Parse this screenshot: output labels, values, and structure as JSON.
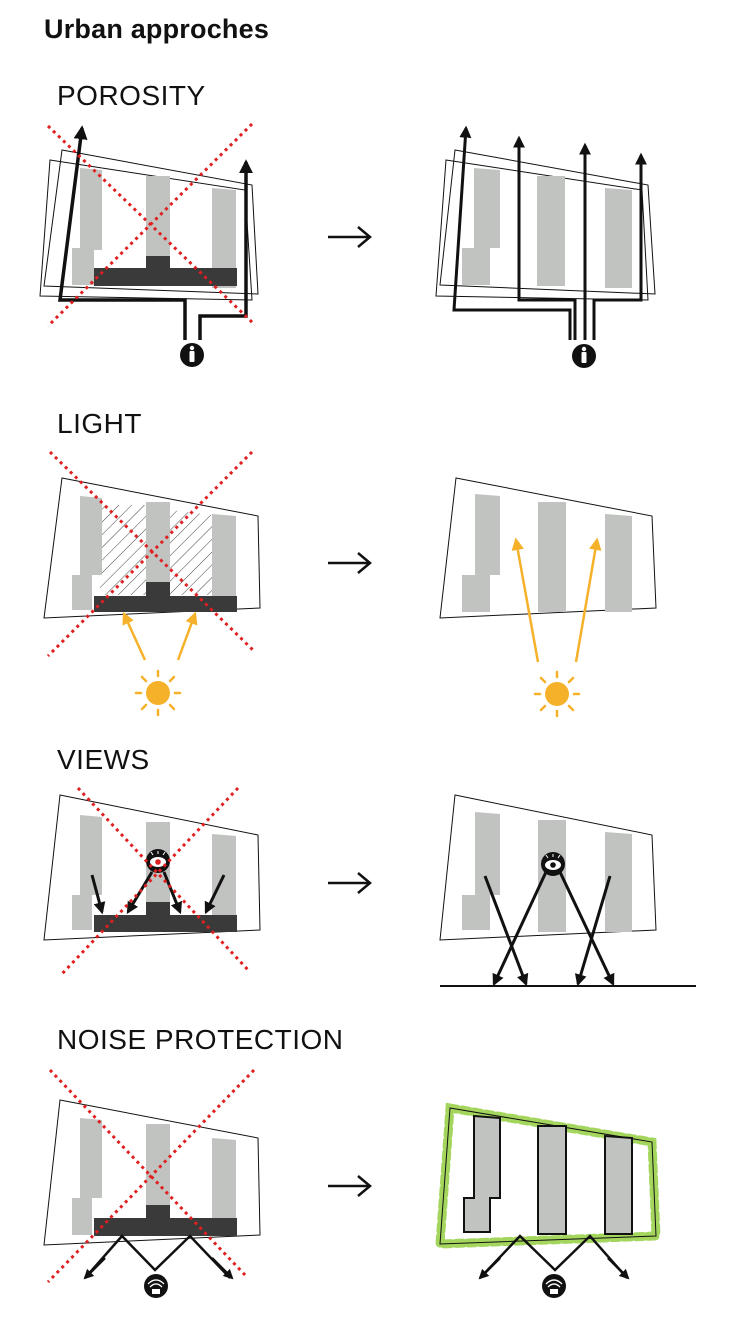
{
  "page": {
    "title": "Urban approches"
  },
  "sections": [
    {
      "label": "POROSITY"
    },
    {
      "label": "LIGHT"
    },
    {
      "label": "VIEWS"
    },
    {
      "label": "NOISE PROTECTION"
    }
  ],
  "colors": {
    "building": "#c1c3c1",
    "dark_block": "#3a3a3a",
    "cross": "#e02020",
    "sun": "#f6b12a",
    "greenery": "#a4d65e",
    "line": "#111111"
  },
  "icons": [
    "pedestrian-icon",
    "sun-icon",
    "eye-icon",
    "noise-icon",
    "arrow-right-icon",
    "cross-out-icon"
  ]
}
